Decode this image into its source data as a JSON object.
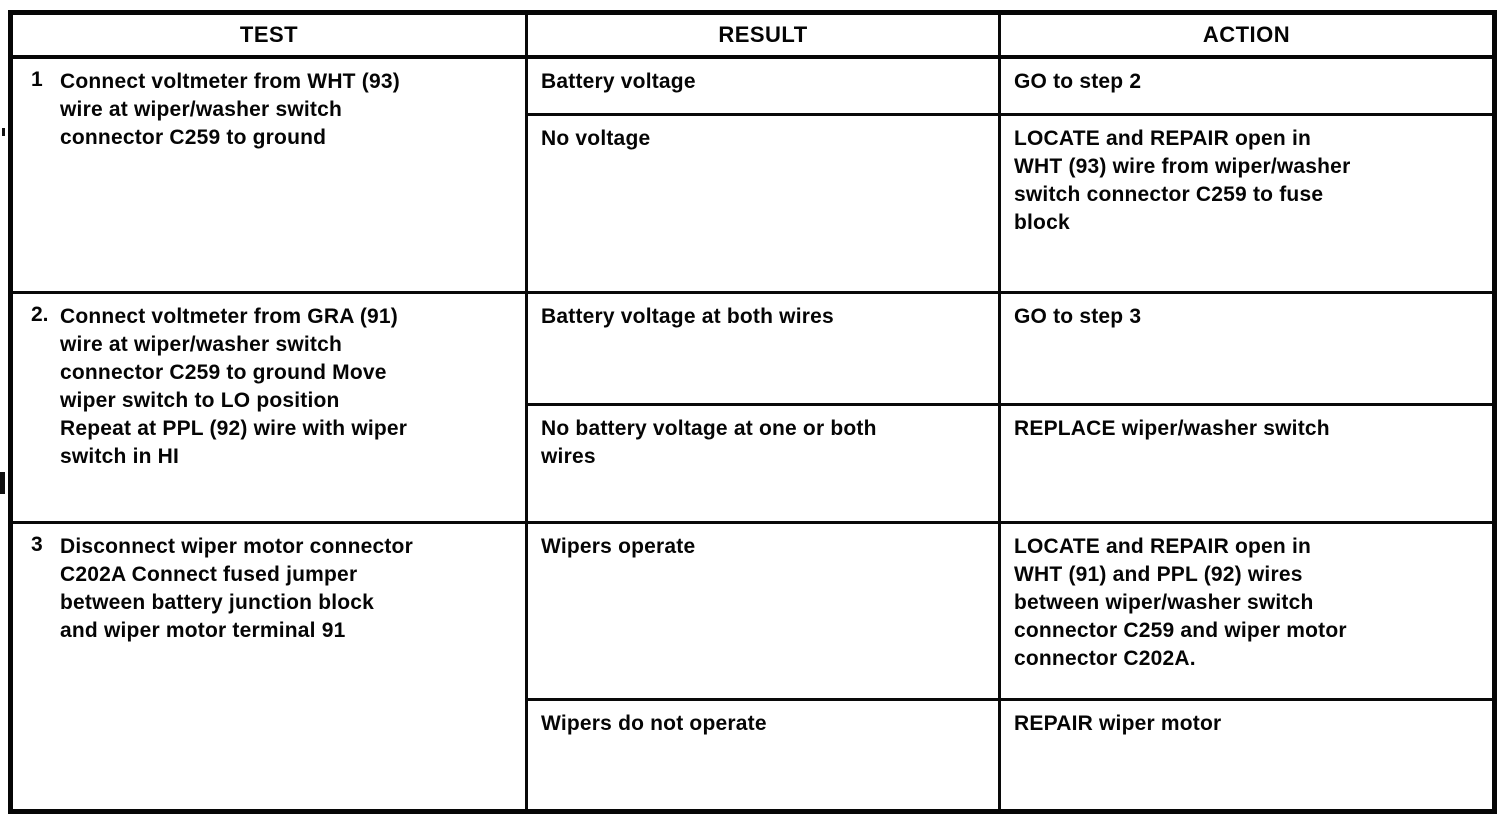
{
  "document": {
    "kind": "wiper-washer-diagnostic-table",
    "columns": {
      "test": "TEST",
      "result": "RESULT",
      "action": "ACTION"
    },
    "rows": [
      {
        "step": "1",
        "test": "Connect voltmeter from WHT (93)\nwire at wiper/washer switch\nconnector C259 to ground",
        "outcomes": [
          {
            "result": "Battery voltage",
            "action": "GO to step 2"
          },
          {
            "result": "No voltage",
            "action": "LOCATE and REPAIR open in\nWHT (93) wire from wiper/washer\nswitch connector C259 to fuse\nblock"
          }
        ]
      },
      {
        "step": "2.",
        "test": "Connect voltmeter from GRA (91)\nwire at wiper/washer switch\nconnector C259 to ground  Move\nwiper switch to LO position\nRepeat at PPL (92) wire with wiper\nswitch in HI",
        "outcomes": [
          {
            "result": "Battery voltage at both wires",
            "action": "GO to step 3"
          },
          {
            "result": "No battery voltage at one or both\nwires",
            "action": "REPLACE wiper/washer switch"
          }
        ]
      },
      {
        "step": "3",
        "test": "Disconnect wiper motor connector\nC202A  Connect fused jumper\nbetween battery junction block\nand wiper motor terminal 91",
        "outcomes": [
          {
            "result": "Wipers operate",
            "action": "LOCATE and REPAIR open in\nWHT (91) and PPL (92) wires\nbetween wiper/washer switch\nconnector C259 and wiper motor\nconnector C202A."
          },
          {
            "result": "Wipers do not operate",
            "action": "REPAIR wiper motor"
          }
        ]
      }
    ]
  }
}
